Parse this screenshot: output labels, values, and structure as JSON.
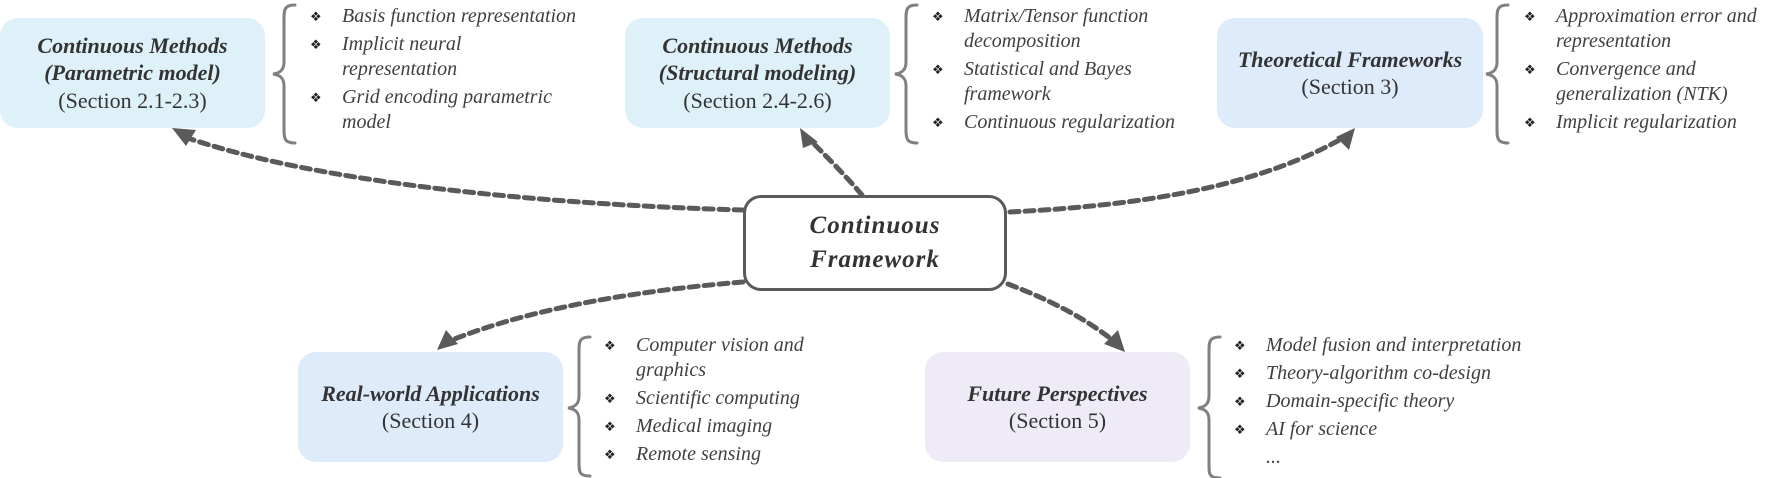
{
  "center": {
    "line1": "Continuous",
    "line2": "Framework"
  },
  "nodes": [
    {
      "id": "parametric",
      "title1": "Continuous Methods",
      "title2": "(Parametric model)",
      "section": "(Section 2.1-2.3)",
      "bg": "#dff1f8",
      "items": [
        "Basis function representation",
        "Implicit neural representation",
        "Grid encoding parametric model"
      ]
    },
    {
      "id": "structural",
      "title1": "Continuous Methods",
      "title2": "(Structural modeling)",
      "section": "(Section 2.4-2.6)",
      "bg": "#dff1f8",
      "items": [
        "Matrix/Tensor function decomposition",
        "Statistical and Bayes framework",
        "Continuous regularization"
      ]
    },
    {
      "id": "theory",
      "title1": "Theoretical Frameworks",
      "section": "(Section 3)",
      "bg": "#deebfa",
      "items": [
        "Approximation error and representation",
        "Convergence and generalization (NTK)",
        "Implicit regularization"
      ]
    },
    {
      "id": "applications",
      "title1": "Real-world Applications",
      "section": "(Section 4)",
      "bg": "#deebfa",
      "items": [
        "Computer vision and graphics",
        "Scientific computing",
        "Medical imaging",
        "Remote sensing"
      ]
    },
    {
      "id": "future",
      "title1": "Future Perspectives",
      "section": "(Section 5)",
      "bg": "#eeebf7",
      "items": [
        "Model fusion and interpretation",
        "Theory-algorithm co-design",
        "Domain-specific theory",
        "AI for science",
        "..."
      ]
    }
  ],
  "bullet_glyph": "❖",
  "colors": {
    "arrow": "#5a5a5a",
    "brace": "#808080",
    "text": "#333333"
  }
}
